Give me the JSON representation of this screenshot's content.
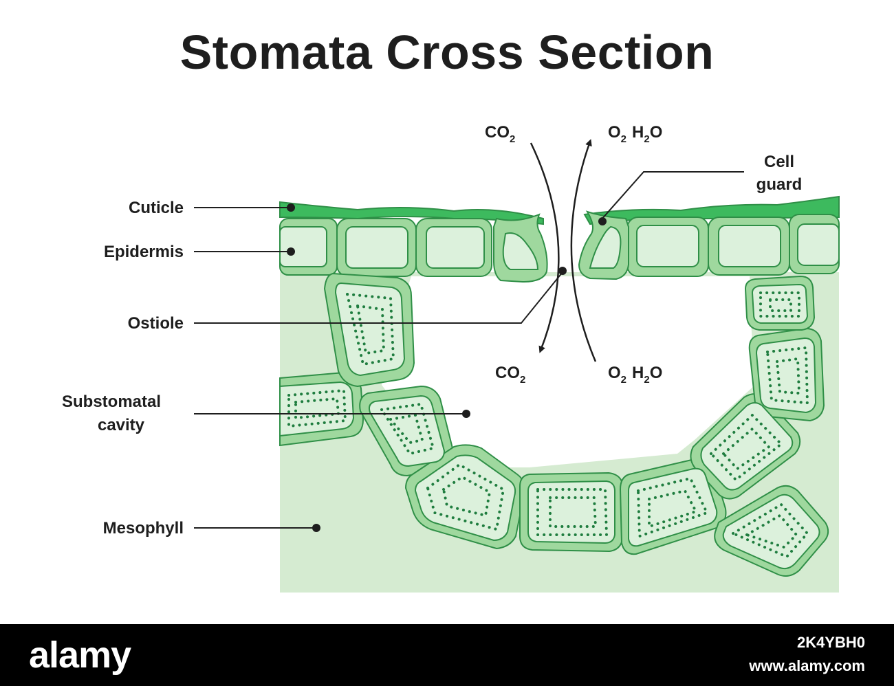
{
  "title": "Stomata Cross Section",
  "labels": {
    "cuticle": "Cuticle",
    "epidermis": "Epidermis",
    "ostiole": "Ostiole",
    "substomatal_line1": "Substomatal",
    "substomatal_line2": "cavity",
    "mesophyll": "Mesophyll",
    "cell_guard_line1": "Cell",
    "cell_guard_line2": "guard"
  },
  "gases": {
    "co2_in_main": "CO",
    "co2_in_sub": "2",
    "o2_out_main": "O",
    "o2_out_sub": "2",
    "h2o_out_h": "H",
    "h2o_out_sub": "2",
    "h2o_out_o": "O",
    "co2_down_main": "CO",
    "co2_down_sub": "2",
    "o2_up_main": "O",
    "o2_up_sub": "2",
    "h2o_up_h": "H",
    "h2o_up_sub": "2",
    "h2o_up_o": "O"
  },
  "footer": {
    "brand": "alamy",
    "image_id": "2K4YBH0",
    "site": "www.alamy.com"
  },
  "colors": {
    "cuticle": "#3dba5e",
    "cell_wall": "#9fd89e",
    "cell_inner": "#dcf1dc",
    "outline": "#2f8f47",
    "mesophyll_bg": "#d5ebd1",
    "dots": "#1f7d3f"
  }
}
